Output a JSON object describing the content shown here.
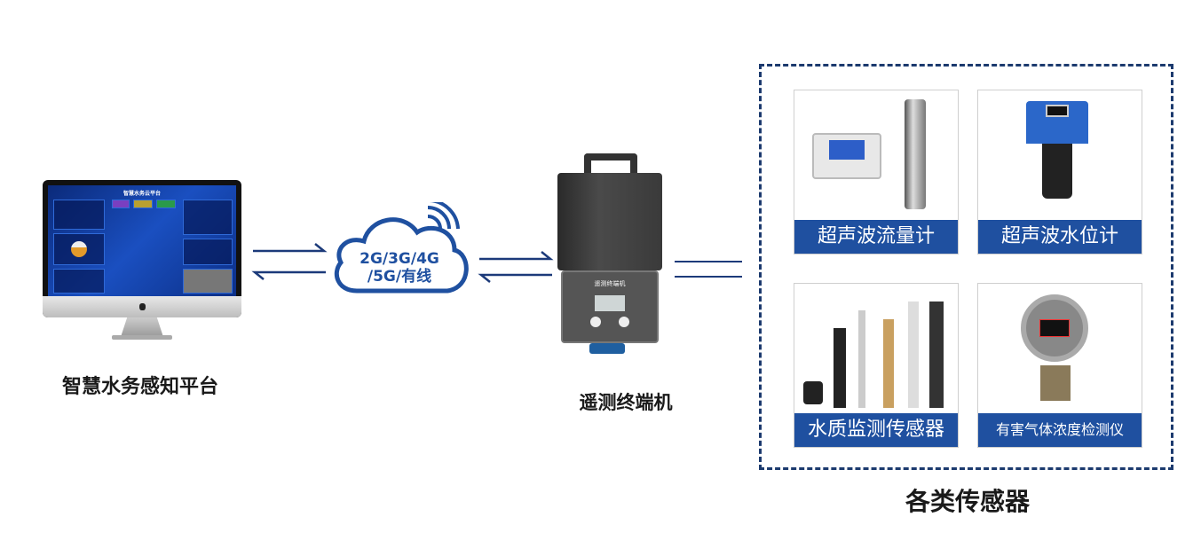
{
  "platform": {
    "label": "智慧水务感知平台",
    "screen_title": "智慧水务云平台"
  },
  "network": {
    "line1": "2G/3G/4G",
    "line2": "/5G/有线"
  },
  "terminal": {
    "label": "遥测终端机",
    "panel_text": "遥测终端机"
  },
  "sensors": {
    "group_label": "各类传感器",
    "items": [
      {
        "label": "超声波流量计"
      },
      {
        "label": "超声波水位计"
      },
      {
        "label": "水质监测传感器"
      },
      {
        "label": "有害气体浓度检测仪"
      }
    ]
  },
  "colors": {
    "accent": "#1f50a0",
    "dashed": "#1c3a6e",
    "arrow": "#1c3a7a"
  }
}
